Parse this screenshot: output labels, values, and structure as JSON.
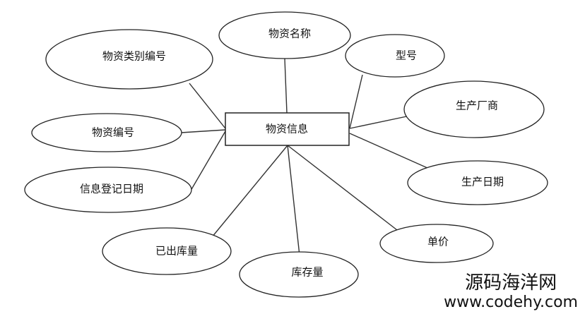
{
  "entity": {
    "label": "物资信息"
  },
  "attributes": {
    "name": "物资名称",
    "category_no": "物资类别编号",
    "model": "型号",
    "manufacturer": "生产厂商",
    "material_no": "物资编号",
    "register_date": "信息登记日期",
    "production_date": "生产日期",
    "unit_price": "单价",
    "outbound_qty": "已出库量",
    "stock_qty": "库存量"
  },
  "watermark": {
    "name": "源码海洋网",
    "url": "www.codehy.com"
  }
}
